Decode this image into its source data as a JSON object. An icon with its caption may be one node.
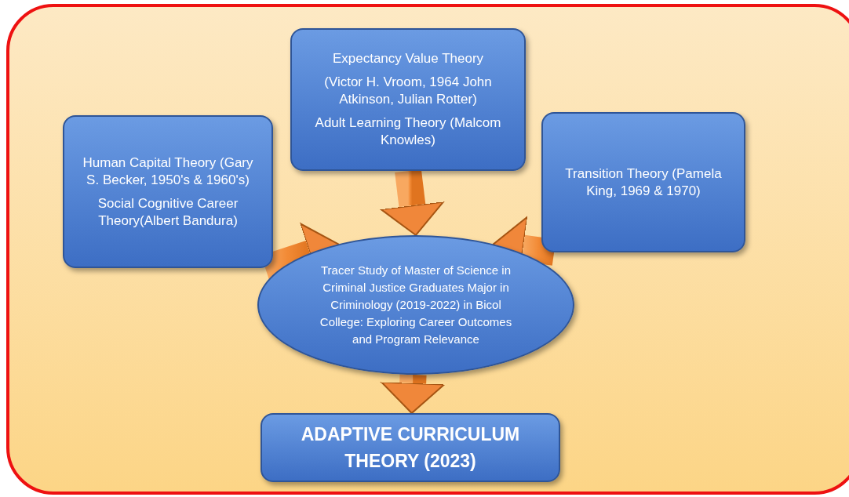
{
  "diagram": {
    "nodes": [
      {
        "text": [
          "Human Capital Theory (Gary S. Becker, 1950's & 1960's)",
          "Social Cognitive Career Theory(Albert Bandura)"
        ]
      },
      {
        "text": [
          "Expectancy Value Theory",
          "(Victor H. Vroom, 1964 John Atkinson, Julian Rotter)",
          "Adult Learning Theory (Malcom Knowles)"
        ]
      },
      {
        "text": [
          "Transition Theory (Pamela King, 1969 & 1970)"
        ]
      },
      {
        "text": [
          "Tracer Study of Master of Science in Criminal Justice Graduates Major in Criminology (2019-2022) in Bicol College: Exploring Career Outcomes and Program Relevance"
        ]
      },
      {
        "text": [
          "ADAPTIVE CURRICULUM THEORY (2023)"
        ]
      }
    ],
    "edges": [
      {
        "from": 0,
        "to": 3,
        "arrow": "to",
        "style": "thick"
      },
      {
        "from": 1,
        "to": 3,
        "arrow": "to",
        "style": "thick"
      },
      {
        "from": 2,
        "to": 3,
        "arrow": "to",
        "style": "thick"
      },
      {
        "from": 3,
        "to": 4,
        "arrow": "to",
        "style": "thick"
      }
    ]
  }
}
